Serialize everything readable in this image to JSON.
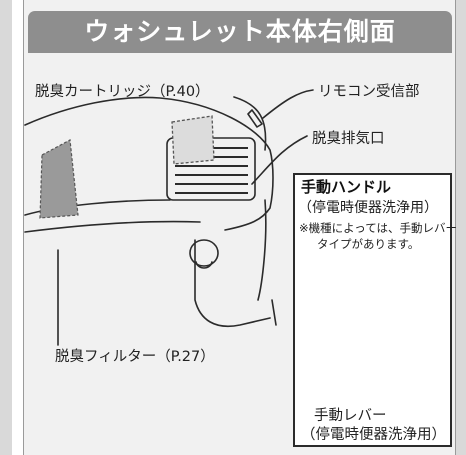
{
  "title": "ウォシュレット本体右側面",
  "labels": {
    "deodorizer_cartridge": "脱臭カートリッジ（P.40）",
    "remote_receiver": "リモコン受信部",
    "deodorizer_exhaust": "脱臭排気口",
    "deodorizer_filter": "脱臭フィルター（P.27）"
  },
  "inset": {
    "title": "手動ハンドル",
    "subtitle": "（停電時便器洗浄用）",
    "note_line1": "※機種によっては、手動レバー",
    "note_line2": "タイプがあります。",
    "lever_label": "手動レバー",
    "lever_sub": "（停電時便器洗浄用）"
  },
  "colors": {
    "title_bar": "#8e8e8e",
    "panel_bg": "#f1f1f1",
    "frame_edge": "#d9d9d9",
    "line": "#2b2b2b",
    "filter_shade": "#9a9a9a"
  }
}
